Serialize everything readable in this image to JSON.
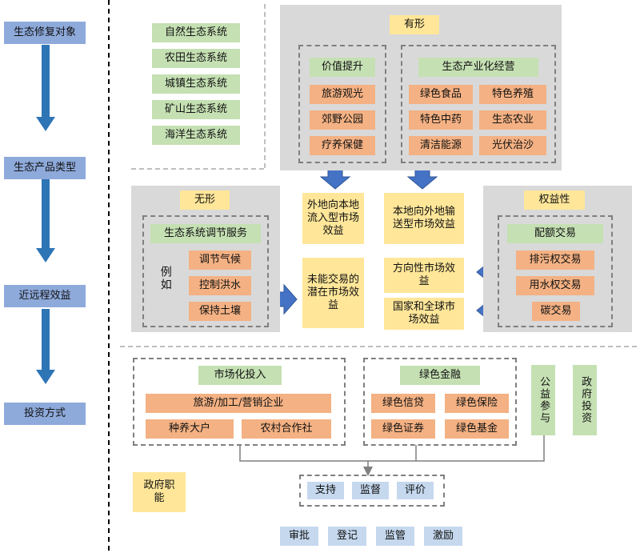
{
  "left_column": {
    "steps": [
      "生态修复对象",
      "生态产品类型",
      "近远程效益",
      "投资方式"
    ]
  },
  "ecosystems": [
    "自然生态系统",
    "农田生态系统",
    "城镇生态系统",
    "矿山生态系统",
    "海洋生态系统"
  ],
  "tangible": {
    "title": "有形",
    "value_group": {
      "title": "价值提升",
      "items": [
        "旅游观光",
        "郊野公园",
        "疗养保健"
      ]
    },
    "industry_group": {
      "title": "生态产业化经营",
      "items": [
        "绿色食品",
        "特色养殖",
        "特色中药",
        "生态农业",
        "清洁能源",
        "光伏治沙"
      ]
    }
  },
  "intangible": {
    "title": "无形",
    "service_title": "生态系统调节服务",
    "example_label": "例如",
    "items": [
      "调节气候",
      "控制洪水",
      "保持土壤"
    ]
  },
  "rights": {
    "title": "权益性",
    "quota_title": "配额交易",
    "items": [
      "排污权交易",
      "用水权交易",
      "碳交易"
    ]
  },
  "benefits": {
    "inflow": "外地向本地流入型市场效益",
    "outflow": "本地向外地输送型市场效益",
    "potential": "未能交易的潜在市场效益",
    "directional": "方向性市场效益",
    "national": "国家和全球市场效益"
  },
  "investment": {
    "market_title": "市场化投入",
    "market_items": [
      "旅游/加工/营销企业",
      "种养大户",
      "农村合作社"
    ],
    "finance_title": "绿色金融",
    "finance_items": [
      "绿色信贷",
      "绿色保险",
      "绿色证券",
      "绿色基金"
    ],
    "public": "公益参与",
    "gov_invest": "政府投资",
    "gov_function": "政府职能",
    "support_items": [
      "支持",
      "监督",
      "评价"
    ],
    "admin_items": [
      "审批",
      "登记",
      "监管",
      "激励"
    ]
  },
  "colors": {
    "blue": "#8eaadb",
    "light_blue": "#c5d8ee",
    "green": "#c5e0b3",
    "orange": "#f4b183",
    "yellow": "#ffe699",
    "grey": "#d9d9d9",
    "arrow": "#4472c4"
  }
}
